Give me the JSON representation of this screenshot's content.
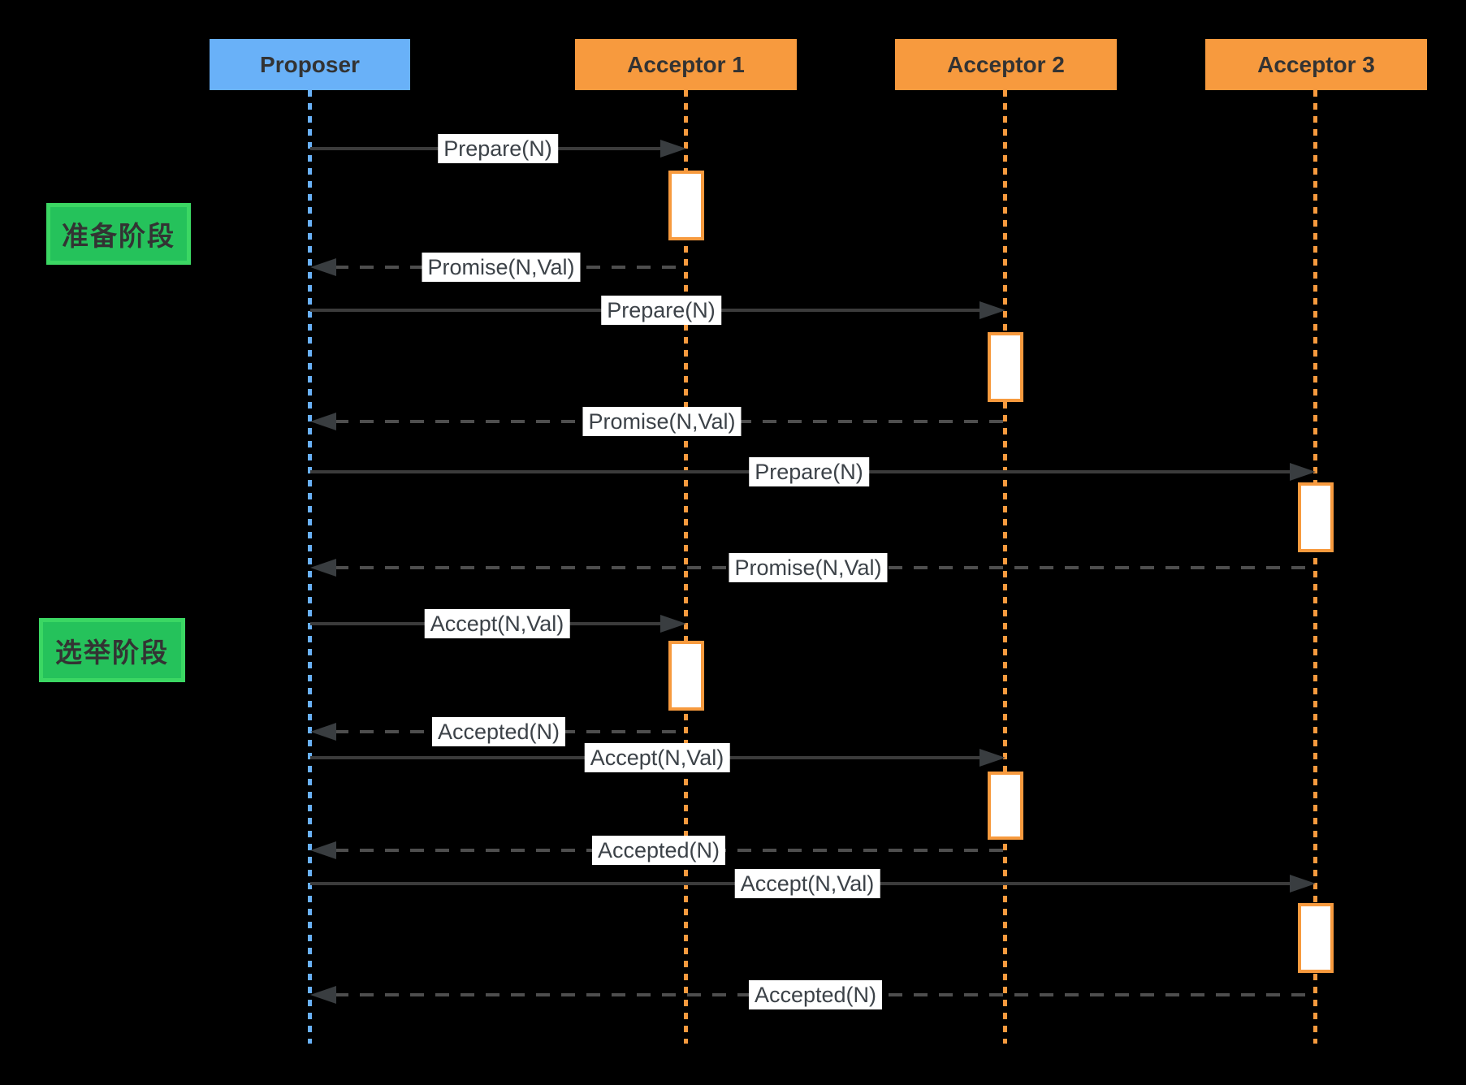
{
  "diagram_type": "sequence-diagram",
  "actors": [
    {
      "id": "proposer",
      "label": "Proposer",
      "color": "#69B1F8"
    },
    {
      "id": "acceptor1",
      "label": "Acceptor 1",
      "color": "#F79A3E"
    },
    {
      "id": "acceptor2",
      "label": "Acceptor 2",
      "color": "#F79A3E"
    },
    {
      "id": "acceptor3",
      "label": "Acceptor 3",
      "color": "#F79A3E"
    }
  ],
  "phases": [
    {
      "label": "准备阶段"
    },
    {
      "label": "选举阶段"
    }
  ],
  "messages": [
    {
      "label": "Prepare(N)",
      "from": "Proposer",
      "to": "Acceptor 1",
      "style": "solid"
    },
    {
      "label": "Promise(N,Val)",
      "from": "Acceptor 1",
      "to": "Proposer",
      "style": "dashed"
    },
    {
      "label": "Prepare(N)",
      "from": "Proposer",
      "to": "Acceptor 2",
      "style": "solid"
    },
    {
      "label": "Promise(N,Val)",
      "from": "Acceptor 2",
      "to": "Proposer",
      "style": "dashed"
    },
    {
      "label": "Prepare(N)",
      "from": "Proposer",
      "to": "Acceptor 3",
      "style": "solid"
    },
    {
      "label": "Promise(N,Val)",
      "from": "Acceptor 3",
      "to": "Proposer",
      "style": "dashed"
    },
    {
      "label": "Accept(N,Val)",
      "from": "Proposer",
      "to": "Acceptor 1",
      "style": "solid"
    },
    {
      "label": "Accepted(N)",
      "from": "Acceptor 1",
      "to": "Proposer",
      "style": "dashed"
    },
    {
      "label": "Accept(N,Val)",
      "from": "Proposer",
      "to": "Acceptor 2",
      "style": "solid"
    },
    {
      "label": "Accepted(N)",
      "from": "Acceptor 2",
      "to": "Proposer",
      "style": "dashed"
    },
    {
      "label": "Accept(N,Val)",
      "from": "Proposer",
      "to": "Acceptor 3",
      "style": "solid"
    },
    {
      "label": "Accepted(N)",
      "from": "Acceptor 3",
      "to": "Proposer",
      "style": "dashed"
    }
  ],
  "colors": {
    "background": "#000000",
    "proposer_header": "#69B1F8",
    "acceptor_header": "#F79A3E",
    "activation_border": "#F79A3E",
    "activation_fill": "#FFFFFF",
    "solid_arrow": "#3B3B3B",
    "dashed_arrow": "#4E4E4E",
    "message_label_bg": "#FFFFFF",
    "message_label_text": "#3C4248",
    "header_text": "#333333",
    "phase_fill": "#25C25B",
    "phase_border": "#3BD763",
    "phase_text": "#333333"
  }
}
